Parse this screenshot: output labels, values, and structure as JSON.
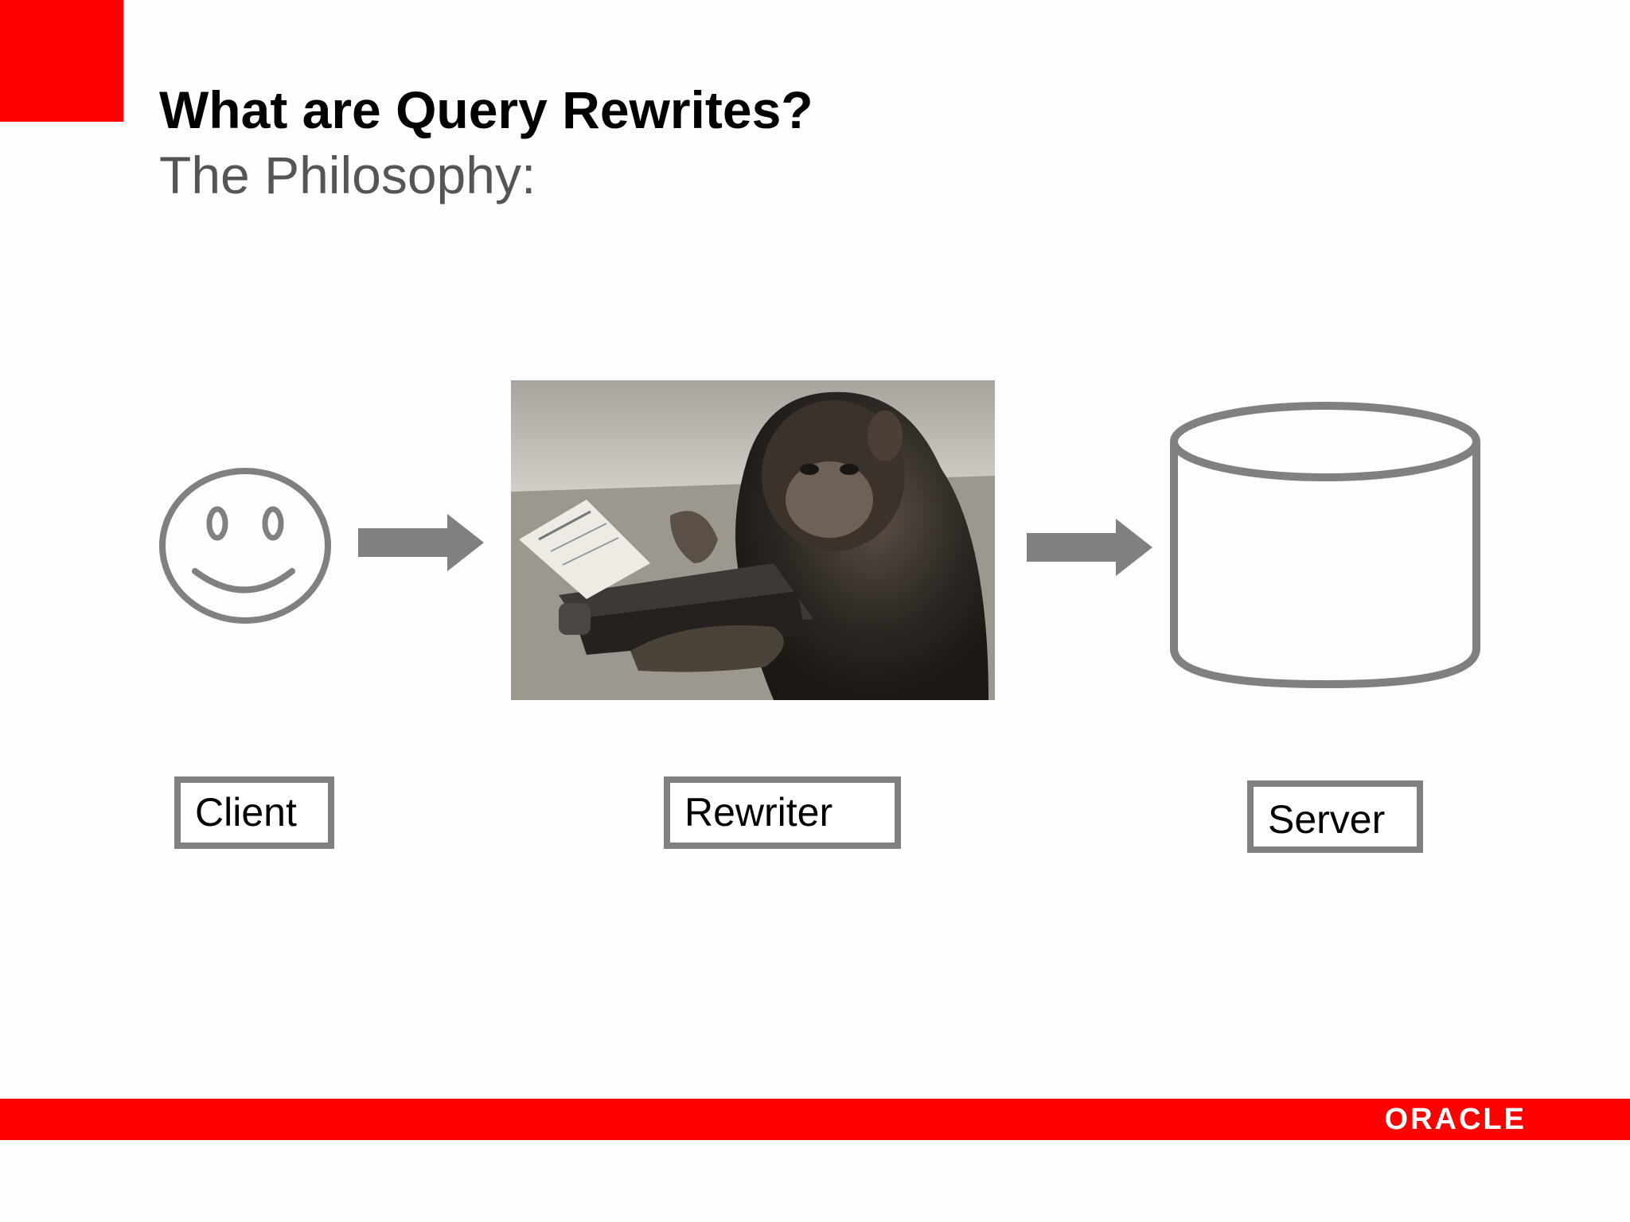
{
  "slide": {
    "title": "What are Query Rewrites?",
    "subtitle": "The Philosophy:"
  },
  "diagram": {
    "client": {
      "label": "Client",
      "icon": "smiley-face-icon"
    },
    "rewriter": {
      "label": "Rewriter",
      "image": "chimpanzee-typewriter-photo"
    },
    "server": {
      "label": "Server",
      "icon": "database-cylinder-icon"
    },
    "arrow_color": "#808080"
  },
  "footer": {
    "brand": "ORACLE",
    "bar_color": "#ff0000"
  }
}
